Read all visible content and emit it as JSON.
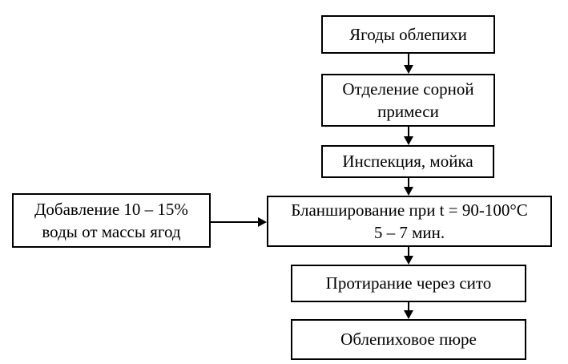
{
  "diagram": {
    "title": "Flowchart of sea buckthorn puree production (in Russian)",
    "colors": {
      "border": "#000000",
      "background": "#ffffff",
      "text": "#000000"
    },
    "nodes": {
      "berries": {
        "label": "Ягоды облепихи"
      },
      "separation": {
        "label": "Отделение сорной примеси"
      },
      "inspection": {
        "label": "Инспекция, мойка"
      },
      "blanching": {
        "line1": "Бланширование при t = 90-100°С",
        "line2": "5 – 7 мин."
      },
      "water": {
        "line1": "Добавление 10 – 15%",
        "line2": "воды от массы ягод"
      },
      "sieving": {
        "label": "Протирание через сито"
      },
      "puree": {
        "label": "Облепиховое пюре"
      }
    },
    "edges": [
      {
        "from": "berries",
        "to": "separation",
        "direction": "down"
      },
      {
        "from": "separation",
        "to": "inspection",
        "direction": "down"
      },
      {
        "from": "inspection",
        "to": "blanching",
        "direction": "down"
      },
      {
        "from": "water",
        "to": "blanching",
        "direction": "right"
      },
      {
        "from": "blanching",
        "to": "sieving",
        "direction": "down"
      },
      {
        "from": "sieving",
        "to": "puree",
        "direction": "down"
      }
    ]
  }
}
